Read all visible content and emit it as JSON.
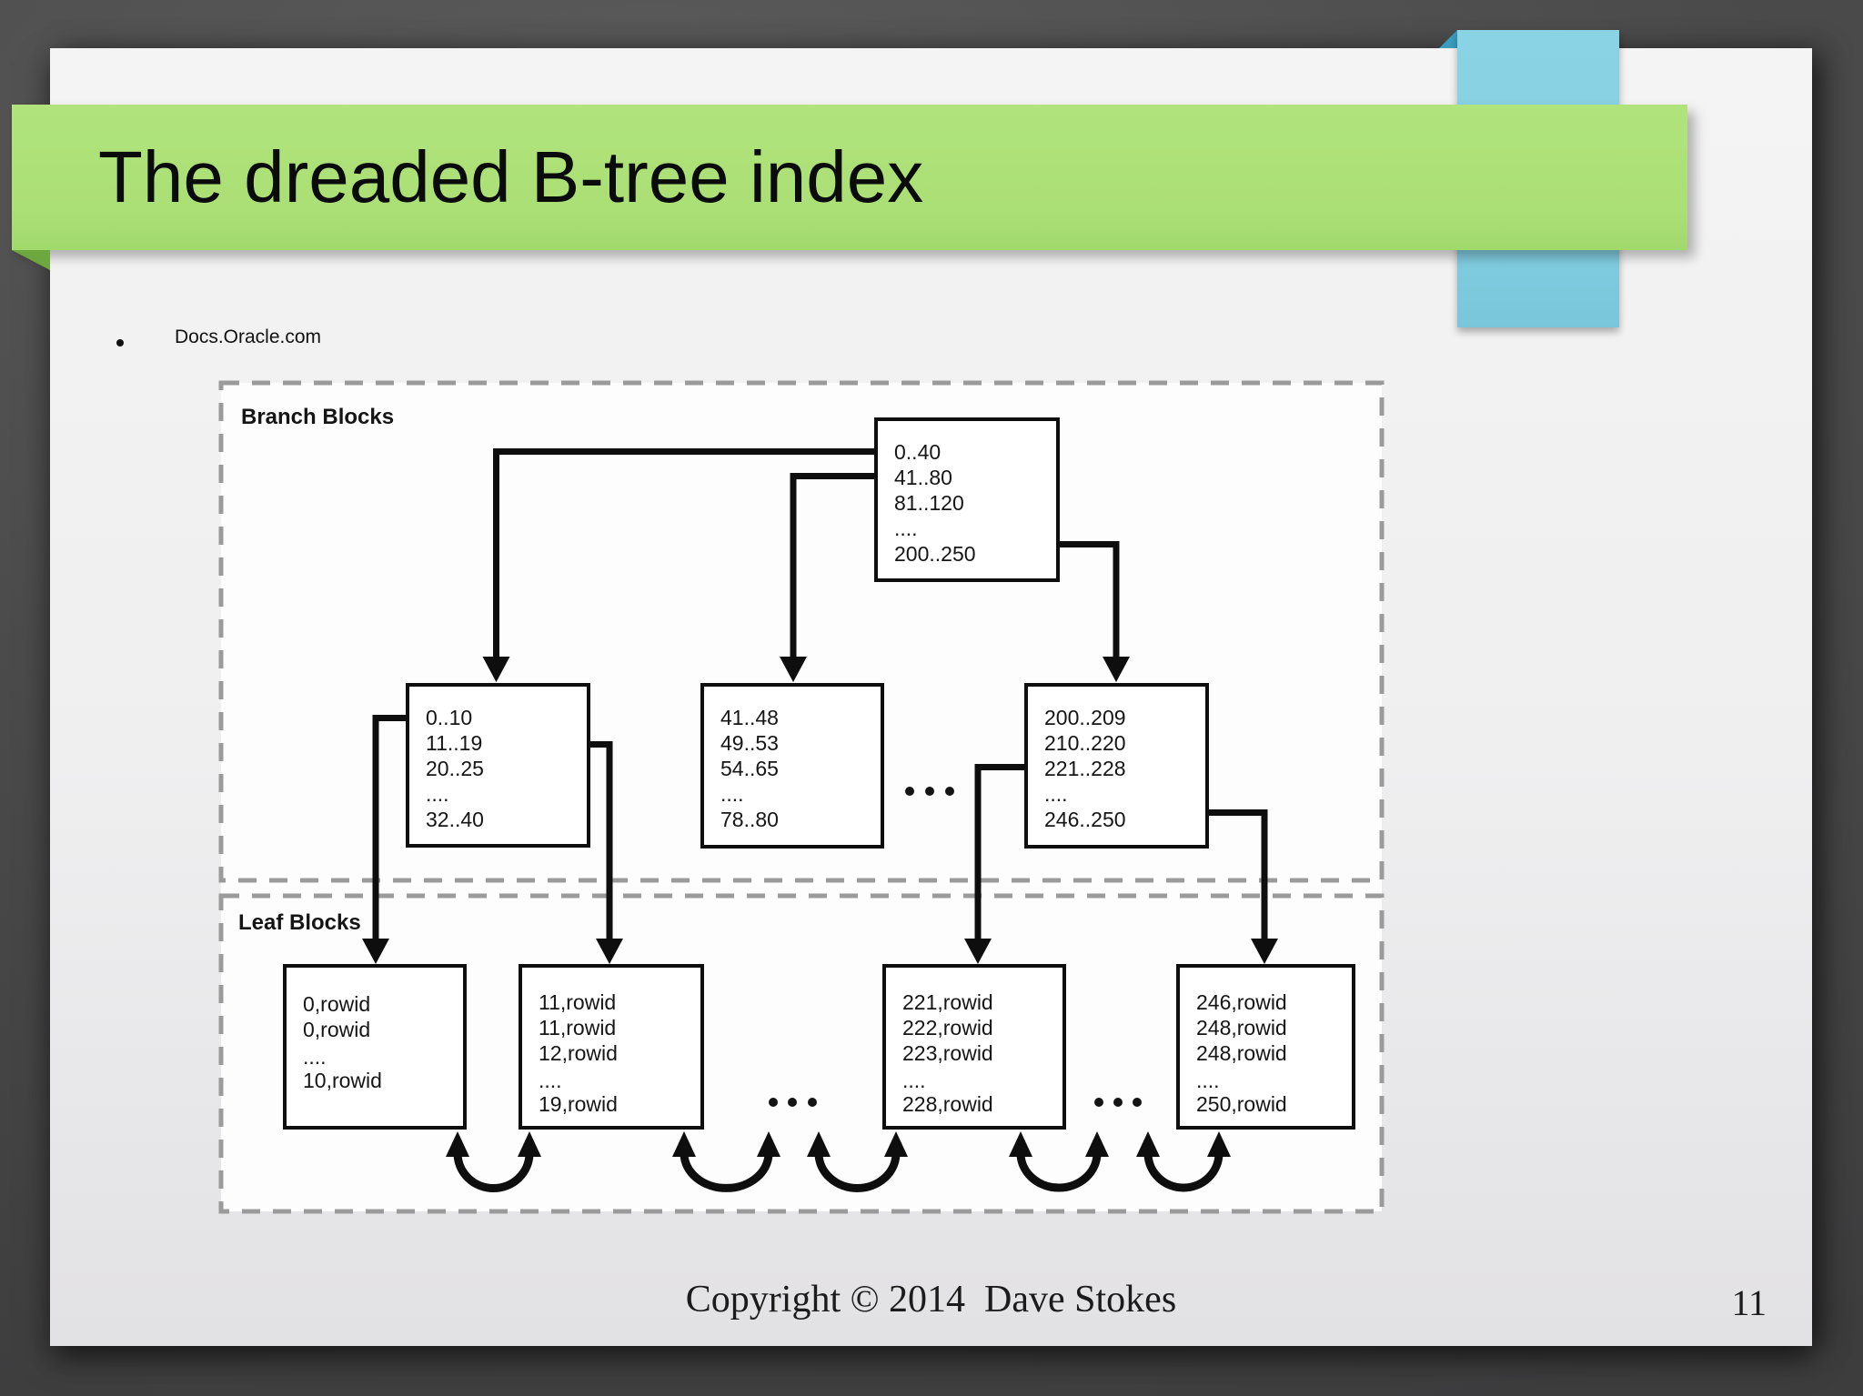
{
  "slide": {
    "title": "The dreaded B-tree index",
    "bullet": "Docs.Oracle.com",
    "footer": {
      "copyright": "Copyright © 2014  Dave Stokes",
      "page_number": "11"
    }
  },
  "diagram": {
    "branch_label": "Branch Blocks",
    "leaf_label": "Leaf Blocks",
    "ellipsis": "...",
    "nodes": {
      "root": {
        "lines": [
          "0..40",
          "41..80",
          "81..120",
          "....",
          "200..250"
        ]
      },
      "branch1": {
        "lines": [
          "0..10",
          "11..19",
          "20..25",
          "....",
          "32..40"
        ]
      },
      "branch2": {
        "lines": [
          "41..48",
          "49..53",
          "54..65",
          "....",
          "78..80"
        ]
      },
      "branch3": {
        "lines": [
          "200..209",
          "210..220",
          "221..228",
          "....",
          "246..250"
        ]
      },
      "leaf1": {
        "lines": [
          "0,rowid",
          "0,rowid",
          "....",
          "10,rowid"
        ]
      },
      "leaf2": {
        "lines": [
          "11,rowid",
          "11,rowid",
          "12,rowid",
          "....",
          "19,rowid"
        ]
      },
      "leaf3": {
        "lines": [
          "221,rowid",
          "222,rowid",
          "223,rowid",
          "....",
          "228,rowid"
        ]
      },
      "leaf4": {
        "lines": [
          "246,rowid",
          "248,rowid",
          "248,rowid",
          "....",
          "250,rowid"
        ]
      }
    }
  },
  "colors": {
    "banner_green": "#abe076",
    "banner_fold_green": "#6da83e",
    "ribbon_blue": "#85cfe2",
    "ribbon_fold_blue": "#3a9dbd",
    "desktop_gray": "#4b4b4b",
    "slide_gray": "#efeff0",
    "dash_gray": "#9b9b9b",
    "ink_black": "#0e0e0e"
  }
}
